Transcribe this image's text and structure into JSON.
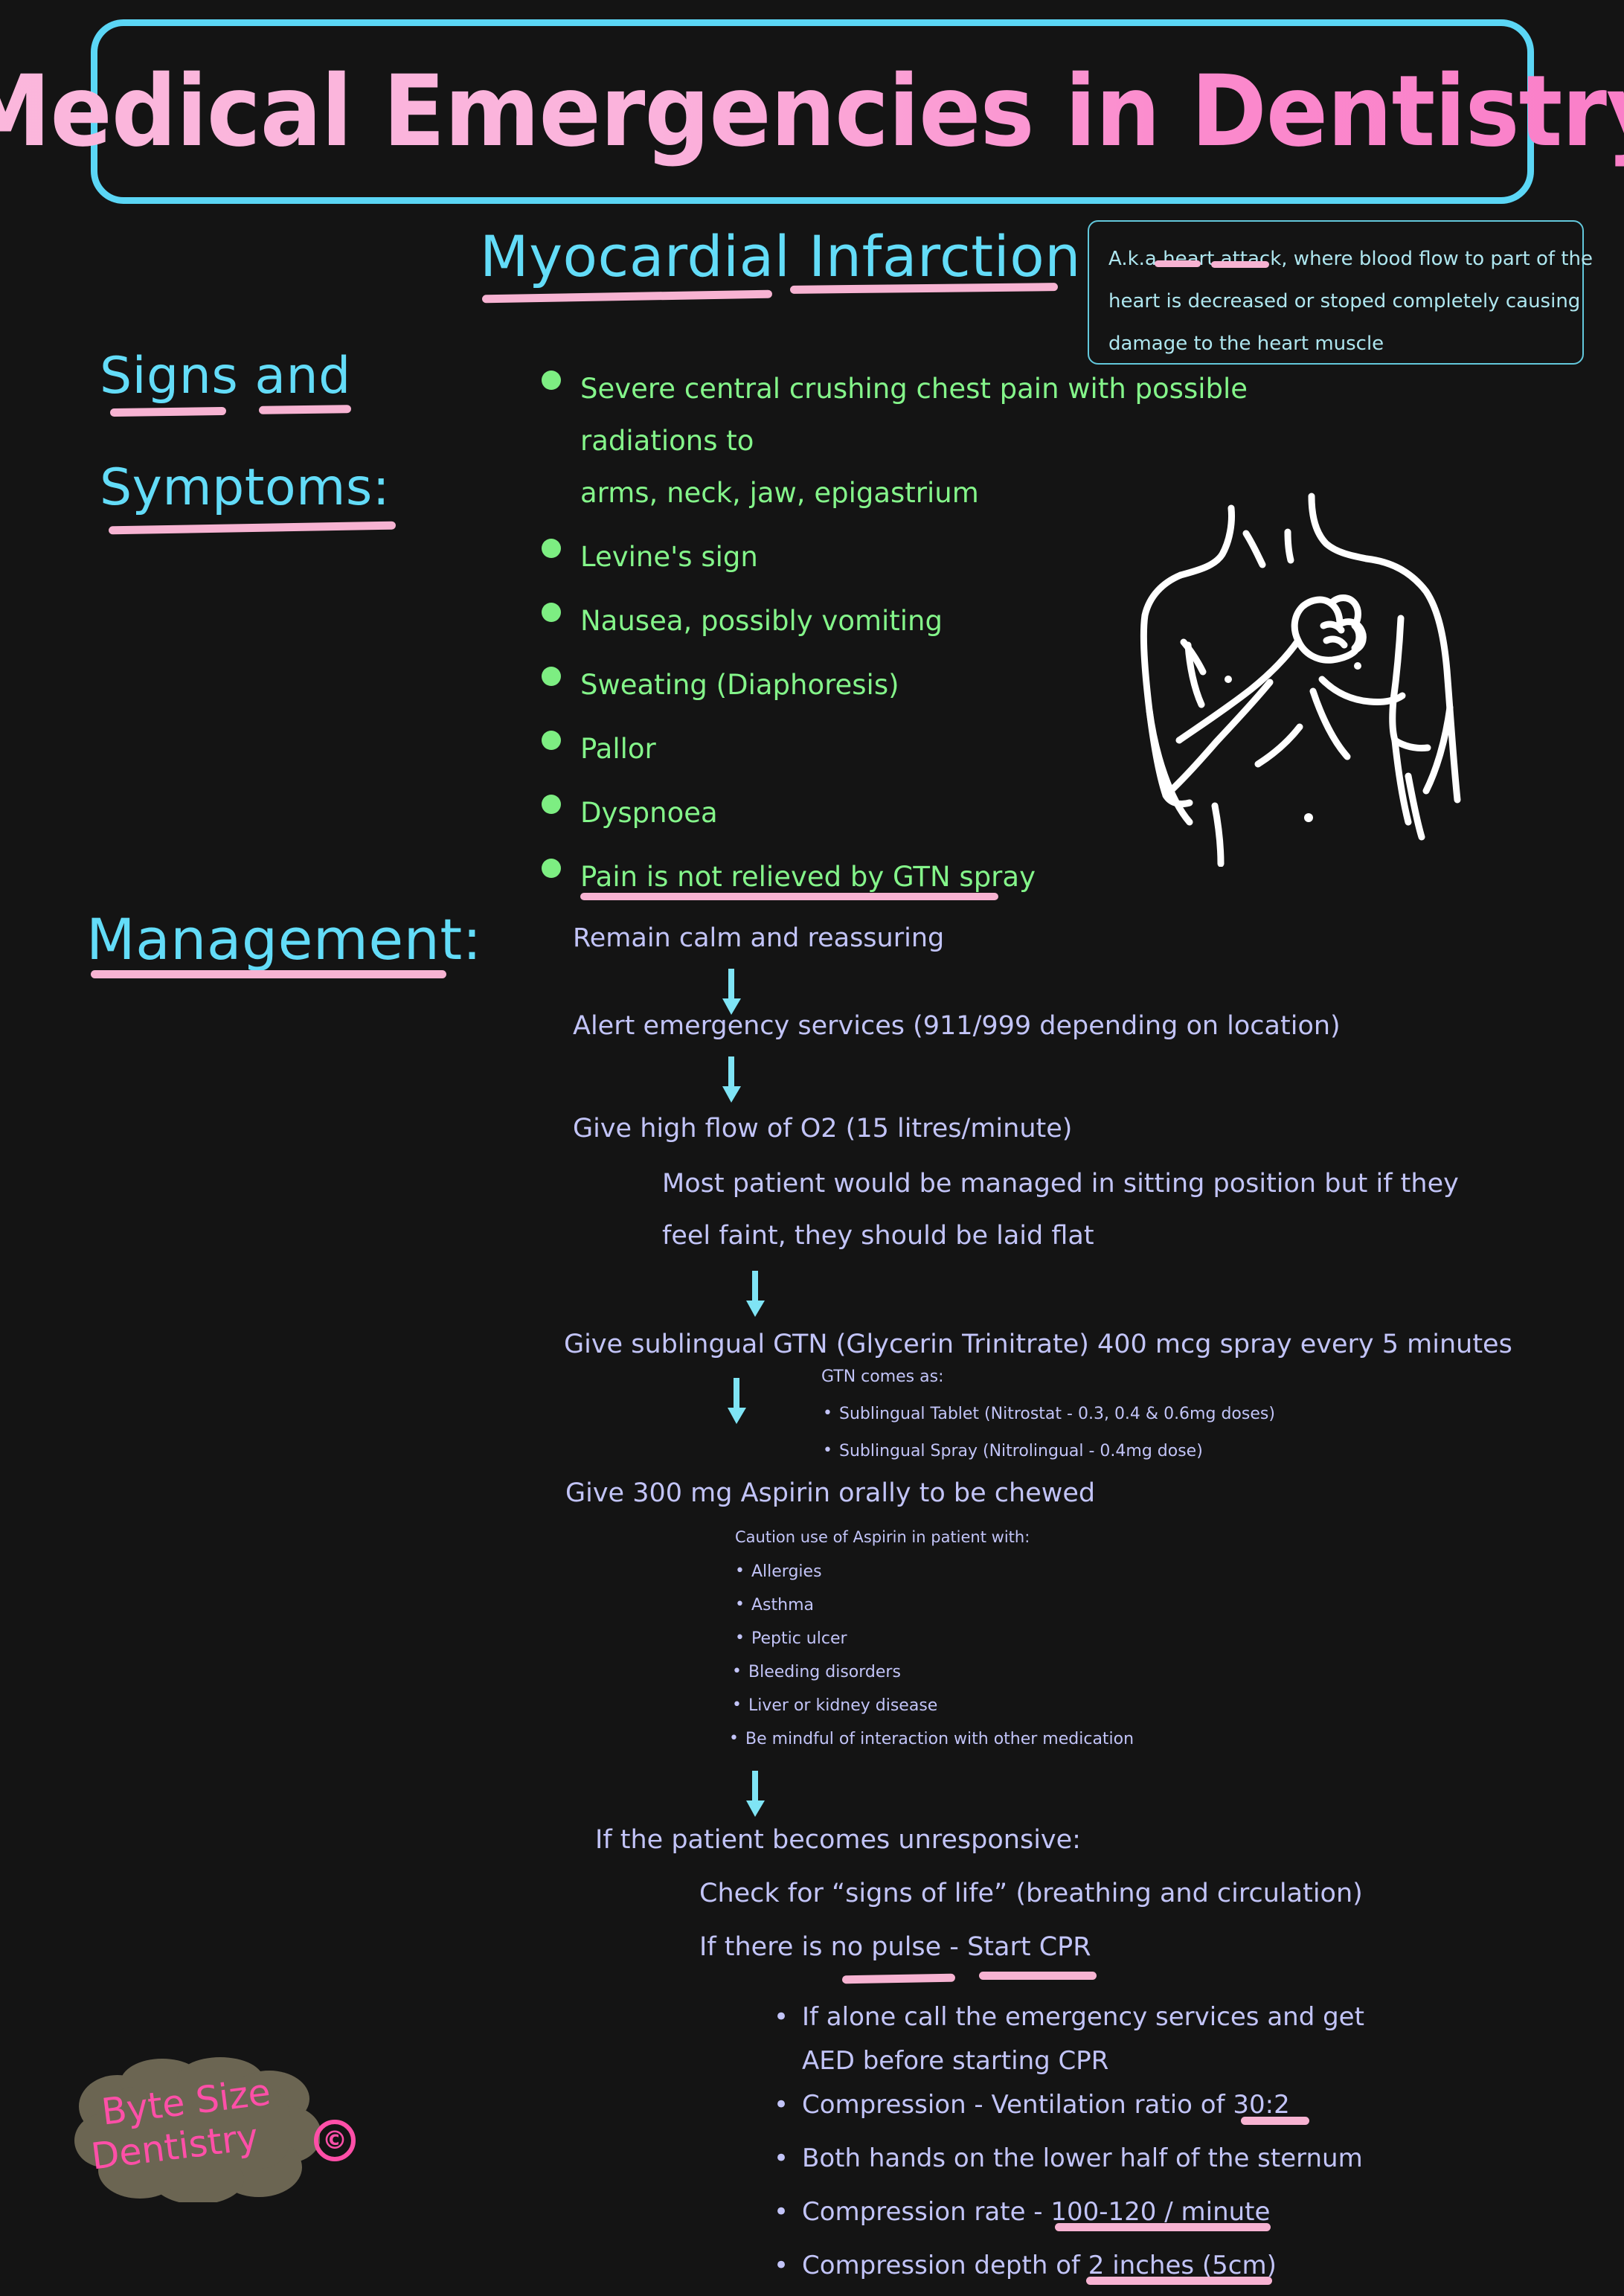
{
  "page": {
    "background_color": "#141414",
    "title": "Medical Emergencies in Dentistry",
    "title_border_color": "#5BD6F5",
    "title_gradient_from": "#FBB7DC",
    "title_gradient_to": "#FA7EC8"
  },
  "topic": {
    "heading": "Myocardial Infarction",
    "heading_color": "#63DCF8",
    "underline_color": "#F7B3D2"
  },
  "definition": {
    "border_color": "#63C8DC",
    "text_color": "#AEE6EF",
    "lines": [
      "A.k.a heart attack, where blood flow to part of the",
      "heart is decreased or stoped completely causing",
      "damage to the heart muscle"
    ],
    "underlined_terms": [
      "heart",
      "attack"
    ]
  },
  "signs_section": {
    "heading_line1": "Signs and",
    "heading_line2": "Symptoms:",
    "bullet_color": "#7DEE82",
    "text_color": "#84F58A",
    "items": [
      {
        "text": "Severe central crushing chest pain with possible radiations to\narms, neck, jaw, epigastrium",
        "underlined": false
      },
      {
        "text": "Levine's sign",
        "underlined": false
      },
      {
        "text": "Nausea, possibly vomiting",
        "underlined": false
      },
      {
        "text": "Sweating (Diaphoresis)",
        "underlined": false
      },
      {
        "text": "Pallor",
        "underlined": false
      },
      {
        "text": "Dyspnoea",
        "underlined": false
      },
      {
        "text": "Pain is not relieved by GTN spray",
        "underlined": true
      }
    ]
  },
  "illustration": {
    "name": "levines-sign-torso",
    "description": "Line drawing of a torso with a clenched fist held over the chest",
    "stroke_color": "#FFFFFF"
  },
  "management": {
    "heading": "Management:",
    "text_color": "#C2C4F8",
    "arrow_color": "#7FE4F5",
    "steps": [
      {
        "text": "Remain calm and reassuring"
      },
      {
        "text": "Alert emergency services (911/999 depending on location)"
      },
      {
        "text": "Give high flow of O2  (15 litres/minute)"
      },
      {
        "text": "Most patient would be managed in sitting position but if they"
      },
      {
        "text": "feel faint, they should be laid flat"
      },
      {
        "text": "Give sublingual GTN (Glycerin Trinitrate) 400 mcg spray every 5 minutes"
      },
      {
        "text": "Give 300 mg Aspirin orally to be chewed"
      },
      {
        "text": "If the patient becomes unresponsive:"
      },
      {
        "text": "Check for “signs of life” (breathing and circulation)"
      },
      {
        "text": "If there is no pulse - Start CPR"
      }
    ],
    "gtn_note": {
      "title": "GTN comes as:",
      "items": [
        "Sublingual Tablet (Nitrostat - 0.3, 0.4 & 0.6mg doses)",
        "Sublingual Spray (Nitrolingual - 0.4mg dose)"
      ]
    },
    "aspirin_caution": {
      "title": "Caution use of Aspirin in patient with:",
      "items": [
        "Allergies",
        "Asthma",
        "Peptic ulcer",
        "Bleeding disorders",
        "Liver or kidney disease",
        "Be mindful of interaction with other medication"
      ]
    },
    "cpr_bullets": [
      {
        "text": "If alone call the emergency services and get\nAED before starting CPR",
        "underlined_part": ""
      },
      {
        "text": "Compression - Ventilation ratio of 30:2",
        "underlined_part": "30:2"
      },
      {
        "text": "Both hands on the lower half of the sternum",
        "underlined_part": ""
      },
      {
        "text": "Compression rate - 100-120 / minute",
        "underlined_part": "100-120 / minute"
      },
      {
        "text": "Compression depth of 2 inches (5cm)",
        "underlined_part": "2 inches (5cm)"
      }
    ],
    "underlined_phrases": [
      "no pulse",
      "Start CPR",
      "30:2",
      "100-120 / minute",
      "2 inches (5cm)"
    ]
  },
  "logo": {
    "line1": "Byte Size",
    "line2": "Dentistry",
    "copyright": "©",
    "text_color": "#FF4FA8",
    "blob_color": "#6B6552"
  }
}
